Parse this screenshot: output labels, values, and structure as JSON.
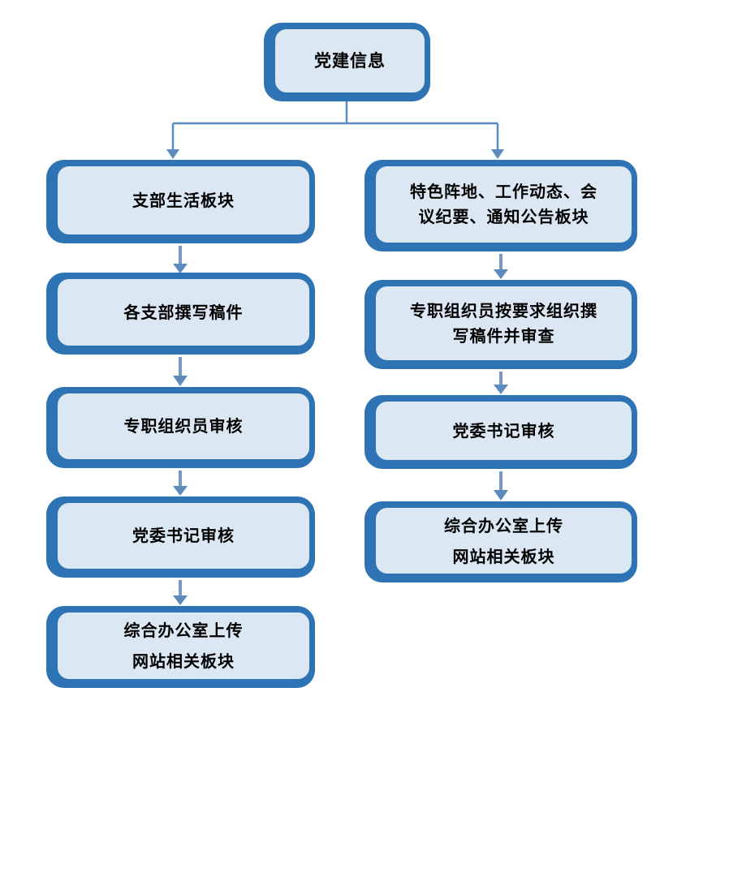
{
  "colors": {
    "border": "#2E74B5",
    "fill": "#DBE7F3",
    "connector": "#5E8BBE",
    "stem": "#7A99C2"
  },
  "flowchart": {
    "type": "flowchart",
    "root": {
      "label": "党建信息"
    },
    "left_branch": {
      "nodes": [
        {
          "label": "支部生活板块"
        },
        {
          "label": "各支部撰写稿件"
        },
        {
          "label": "专职组织员审核"
        },
        {
          "label": "党委书记审核"
        },
        {
          "label": "综合办公室上传\n网站相关板块"
        }
      ]
    },
    "right_branch": {
      "nodes": [
        {
          "label": "特色阵地、工作动态、会\n议纪要、通知公告板块"
        },
        {
          "label": "专职组织员按要求组织撰\n写稿件并审查"
        },
        {
          "label": "党委书记审核"
        },
        {
          "label": "综合办公室上传\n网站相关板块"
        }
      ]
    },
    "edges": [
      "root->left_branch.0",
      "root->right_branch.0",
      "left_branch.0->left_branch.1",
      "left_branch.1->left_branch.2",
      "left_branch.2->left_branch.3",
      "left_branch.3->left_branch.4",
      "right_branch.0->right_branch.1",
      "right_branch.1->right_branch.2",
      "right_branch.2->right_branch.3"
    ]
  }
}
